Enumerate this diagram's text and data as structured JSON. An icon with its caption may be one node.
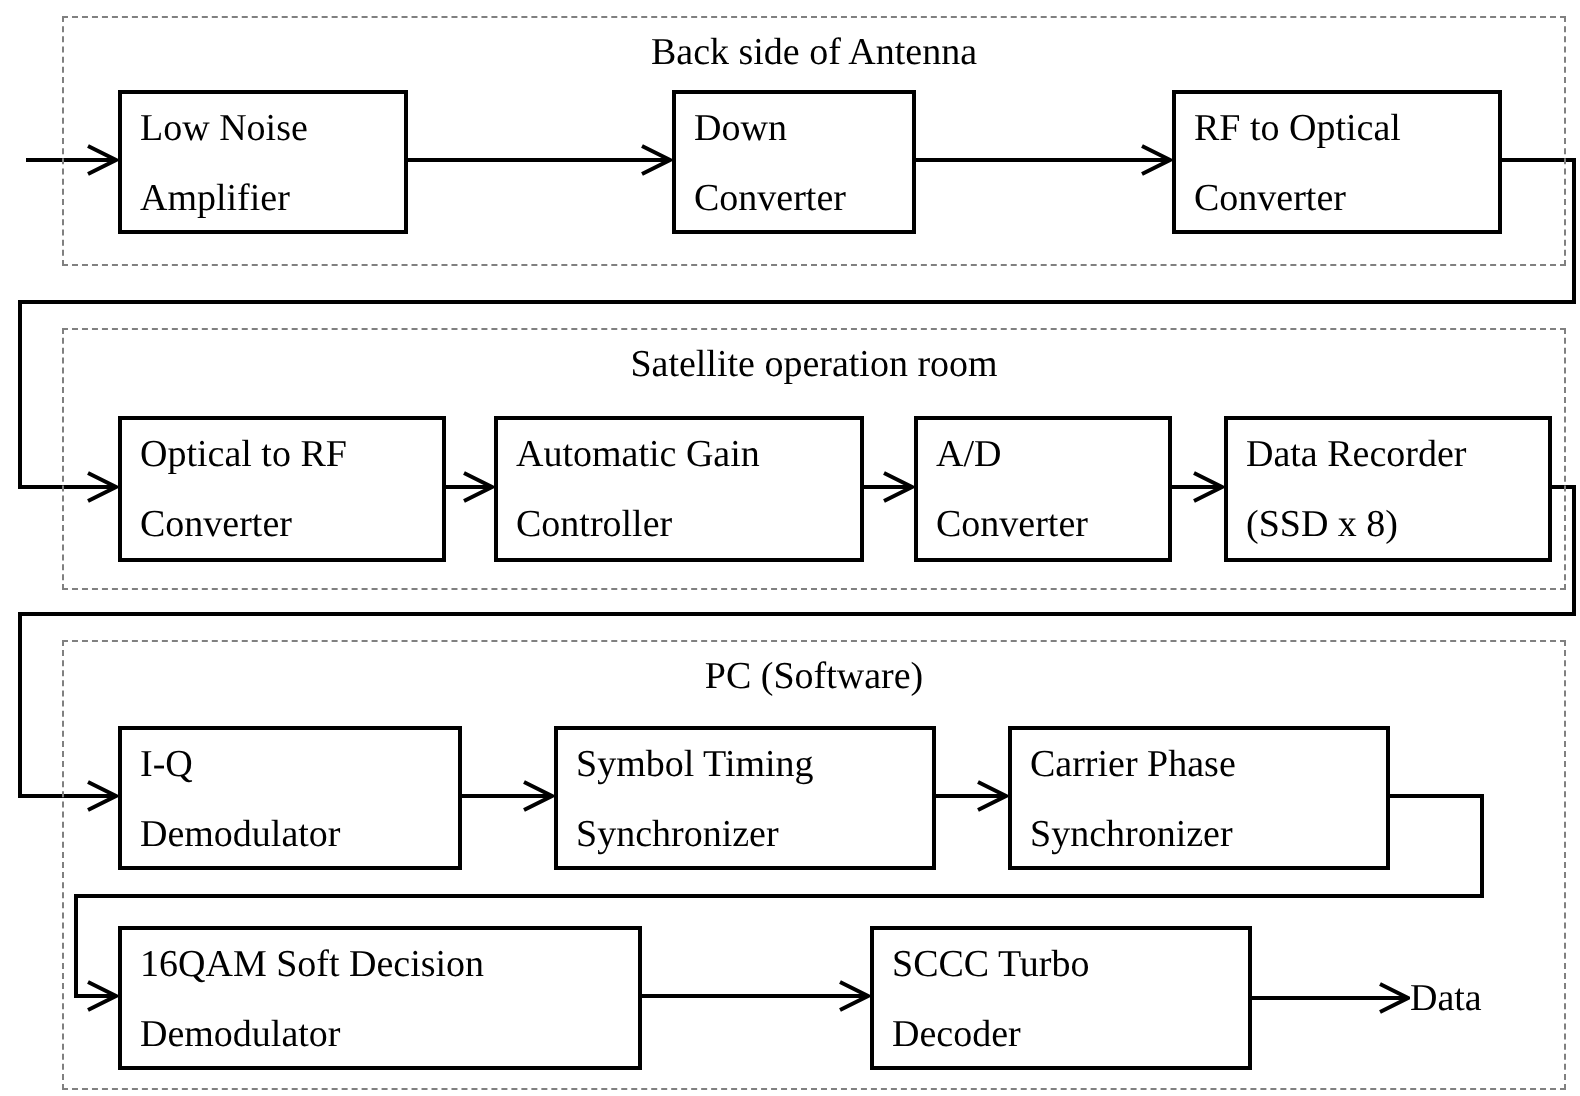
{
  "diagram": {
    "nodes": [
      {
        "text": [
          "Back side of Antenna"
        ]
      },
      {
        "text": [
          "Low Noise Amplifier"
        ],
        "in": 0
      },
      {
        "text": [
          "Down Converter"
        ],
        "in": 0
      },
      {
        "text": [
          "RF to Optical Converter"
        ],
        "in": 0
      },
      {
        "text": [
          "Satellite operation room"
        ]
      },
      {
        "text": [
          "Optical to RF Converter"
        ],
        "in": 4
      },
      {
        "text": [
          "Automatic Gain Controller"
        ],
        "in": 4
      },
      {
        "text": [
          "A/D Converter"
        ],
        "in": 4
      },
      {
        "text": [
          "Data Recorder (SSD x 8)"
        ],
        "in": 4
      },
      {
        "text": [
          "PC (Software)"
        ]
      },
      {
        "text": [
          "I-Q Demodulator"
        ],
        "in": 9
      },
      {
        "text": [
          "Symbol Timing Synchronizer"
        ],
        "in": 9
      },
      {
        "text": [
          "Carrier Phase Synchronizer"
        ],
        "in": 9
      },
      {
        "text": [
          "16QAM Soft Decision Demodulator"
        ],
        "in": 9
      },
      {
        "text": [
          "SCCC Turbo Decoder"
        ],
        "in": 9
      },
      {
        "text": [
          "Data"
        ],
        "in": 9
      }
    ],
    "edges": [
      {
        "from": null,
        "to": 1,
        "arrow": "to"
      },
      {
        "from": 1,
        "to": 2,
        "arrow": "to"
      },
      {
        "from": 2,
        "to": 3,
        "arrow": "to"
      },
      {
        "from": 3,
        "to": 5,
        "arrow": "to"
      },
      {
        "from": 5,
        "to": 6,
        "arrow": "to"
      },
      {
        "from": 6,
        "to": 7,
        "arrow": "to"
      },
      {
        "from": 7,
        "to": 8,
        "arrow": "to"
      },
      {
        "from": 8,
        "to": 10,
        "arrow": "to"
      },
      {
        "from": 10,
        "to": 11,
        "arrow": "to"
      },
      {
        "from": 11,
        "to": 12,
        "arrow": "to"
      },
      {
        "from": 12,
        "to": 13,
        "arrow": "to"
      },
      {
        "from": 13,
        "to": 14,
        "arrow": "to"
      },
      {
        "from": 14,
        "to": 15,
        "arrow": "to"
      }
    ]
  }
}
